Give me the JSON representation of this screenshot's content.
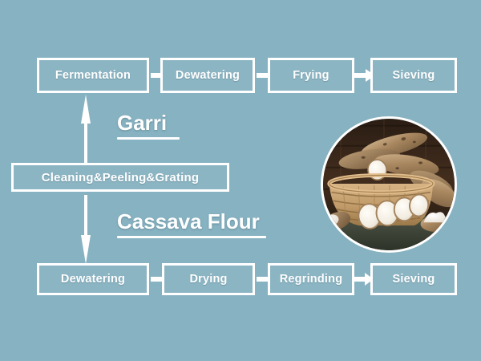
{
  "diagram": {
    "title": "Cassava processing flow chart",
    "background_color": "#87b2c1",
    "box_fill_color": "#8cb5c3",
    "box_border_color": "#ffffff",
    "text_color": "#ffffff"
  },
  "branches": [
    {
      "id": "garri",
      "label": "Garri",
      "steps": [
        {
          "label": "Fermentation"
        },
        {
          "label": "Dewatering"
        },
        {
          "label": "Frying"
        },
        {
          "label": "Sieving"
        }
      ]
    },
    {
      "id": "cassava-flour",
      "label": "Cassava Flour",
      "steps": [
        {
          "label": "Dewatering"
        },
        {
          "label": "Drying"
        },
        {
          "label": "Regrinding"
        },
        {
          "label": "Sieving"
        }
      ]
    }
  ],
  "common_step": {
    "label": "Cleaning&Peeling&Grating"
  },
  "photo": {
    "caption": "cassava-roots-in-basket-photo",
    "alt": "Cassava roots in a wicker basket with sliced white cassava pieces and starch flour"
  },
  "arrows": {
    "up_arrow_name": "arrow-up-to-garri",
    "down_arrow_name": "arrow-down-to-cassava-flour",
    "right_arrow_name": "arrow-right"
  }
}
